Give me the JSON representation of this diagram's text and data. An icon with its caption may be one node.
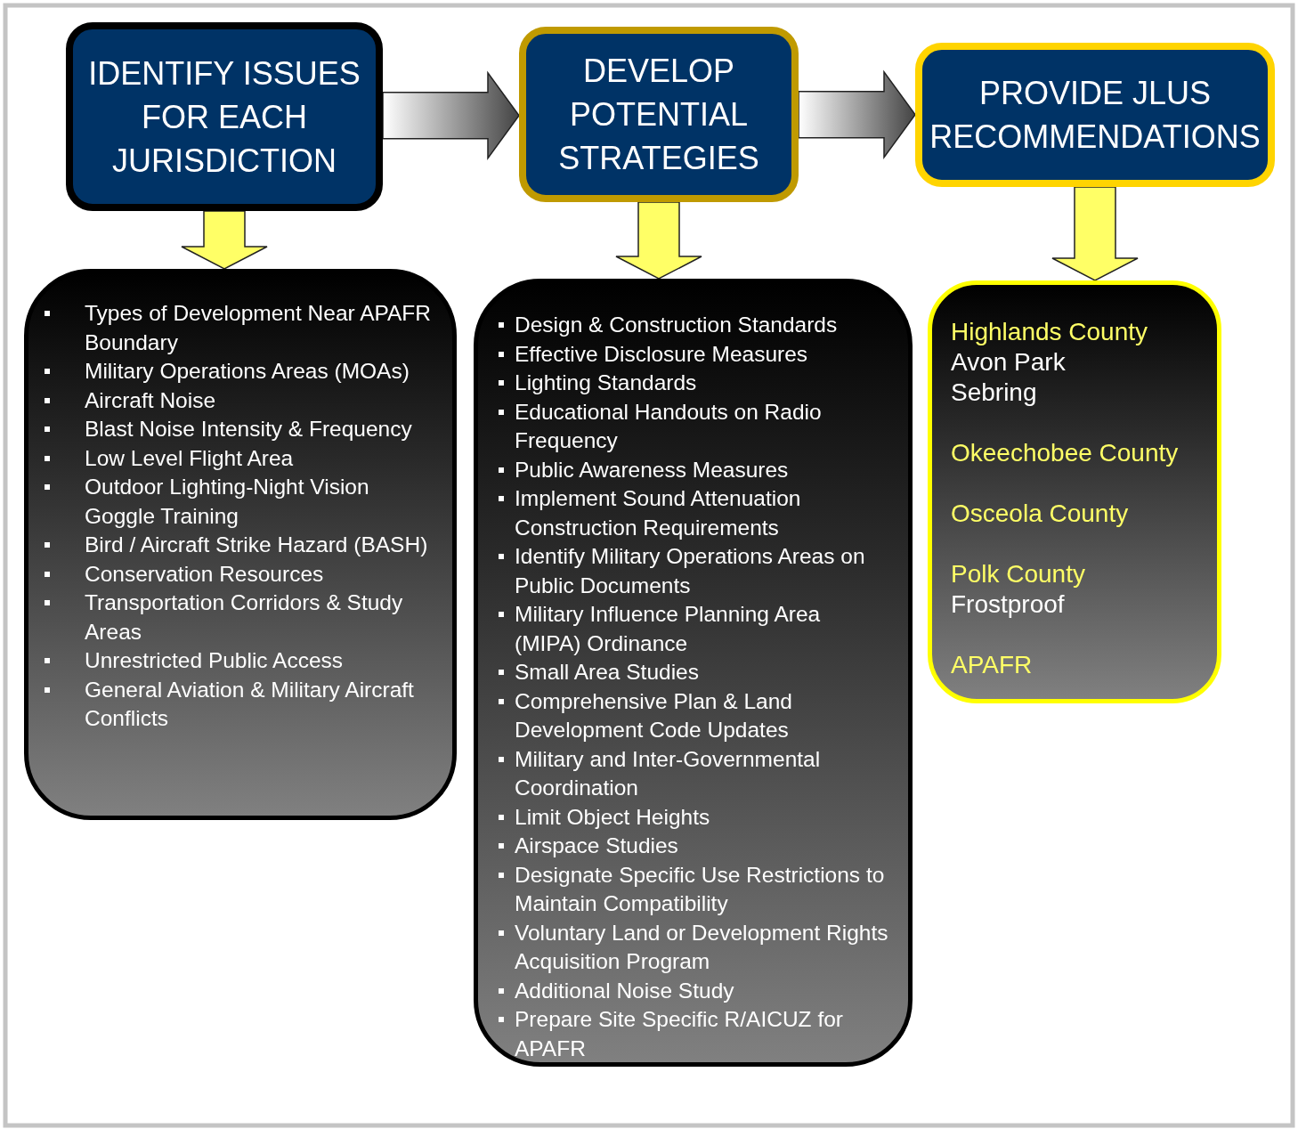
{
  "diagram": {
    "nodes": [
      {
        "text": [
          "IDENTIFY ISSUES FOR EACH JURISDICTION"
        ]
      },
      {
        "text": [
          "DEVELOP POTENTIAL STRATEGIES"
        ]
      },
      {
        "text": [
          "PROVIDE JLUS RECOMMENDATIONS"
        ]
      },
      {
        "text": [
          "Types of Development Near APAFR Boundary",
          "Military Operations Areas (MOAs)",
          "Aircraft Noise",
          "Blast Noise Intensity & Frequency",
          "Low Level Flight Area",
          "Outdoor Lighting-Night Vision Goggle Training",
          "Bird / Aircraft Strike Hazard (BASH)",
          "Conservation Resources",
          "Transportation Corridors & Study Areas",
          "Unrestricted Public Access",
          "General Aviation & Military Aircraft Conflicts"
        ]
      },
      {
        "text": [
          "Design & Construction Standards",
          "Effective Disclosure Measures",
          "Lighting Standards",
          "Educational Handouts on Radio Frequency",
          "Public Awareness Measures",
          "Implement Sound Attenuation Construction Requirements",
          "Identify Military Operations Areas on Public Documents",
          "Military Influence Planning Area (MIPA) Ordinance",
          "Small Area Studies",
          "Comprehensive Plan & Land Development Code Updates",
          "Military and Inter-Governmental Coordination",
          "Limit Object Heights",
          "Airspace Studies",
          "Designate Specific Use Restrictions to Maintain Compatibility",
          "Voluntary Land or Development Rights Acquisition Program",
          "Additional Noise Study",
          "Prepare Site Specific R/AICUZ for APAFR"
        ]
      },
      {
        "text": [
          "Highlands County",
          "Avon Park",
          "Sebring",
          "Okeechobee County",
          "Osceola County",
          "Polk County",
          "Frostproof",
          "APAFR"
        ]
      }
    ],
    "edges": [
      {
        "from": 0,
        "to": 1,
        "arrow": "to",
        "color": "#444444"
      },
      {
        "from": 1,
        "to": 2,
        "arrow": "to",
        "color": "#444444"
      },
      {
        "from": 0,
        "to": 3,
        "arrow": "to"
      },
      {
        "from": 1,
        "to": 4,
        "arrow": "to"
      },
      {
        "from": 2,
        "to": 5,
        "arrow": "to"
      }
    ]
  }
}
